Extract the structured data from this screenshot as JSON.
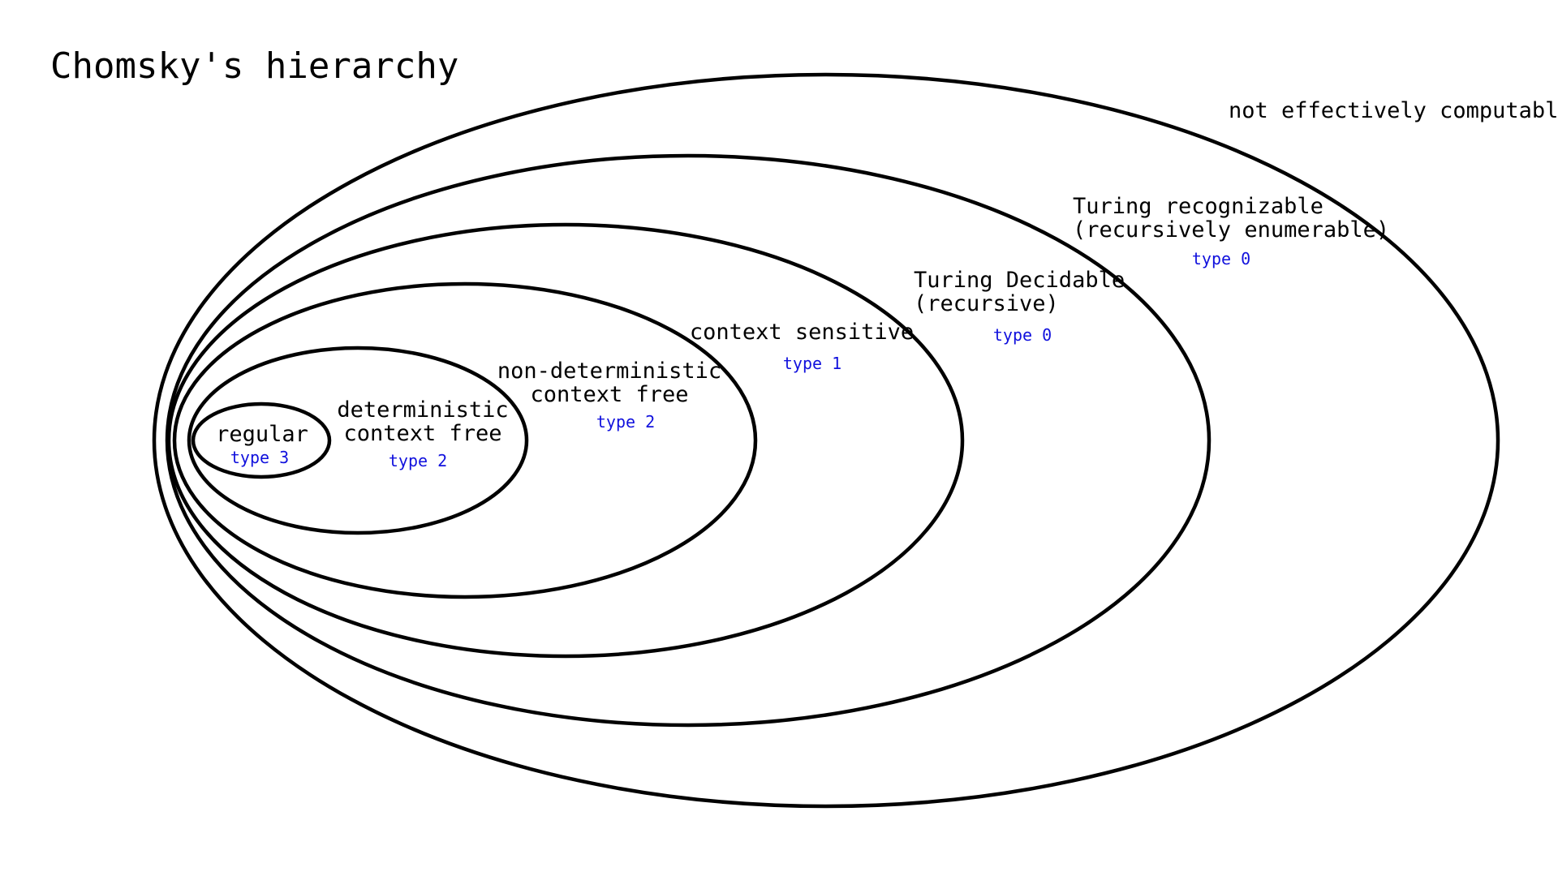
{
  "title": "Chomsky's hierarchy",
  "colors": {
    "outline": "#000000",
    "label_text": "#000000",
    "type_text": "#1111dd",
    "background": "#ffffff"
  },
  "classes": [
    {
      "name_lines": [
        "regular"
      ],
      "type": "type 3"
    },
    {
      "name_lines": [
        "deterministic",
        "context free"
      ],
      "type": "type 2"
    },
    {
      "name_lines": [
        "non-deterministic",
        "context free"
      ],
      "type": "type 2"
    },
    {
      "name_lines": [
        "context sensitive"
      ],
      "type": "type 1"
    },
    {
      "name_lines": [
        "Turing Decidable",
        "(recursive)"
      ],
      "type": "type 0"
    },
    {
      "name_lines": [
        "Turing recognizable",
        "(recursively enumerable)"
      ],
      "type": "type 0"
    },
    {
      "name_lines": [
        "not effectively computable"
      ],
      "type": ""
    }
  ]
}
